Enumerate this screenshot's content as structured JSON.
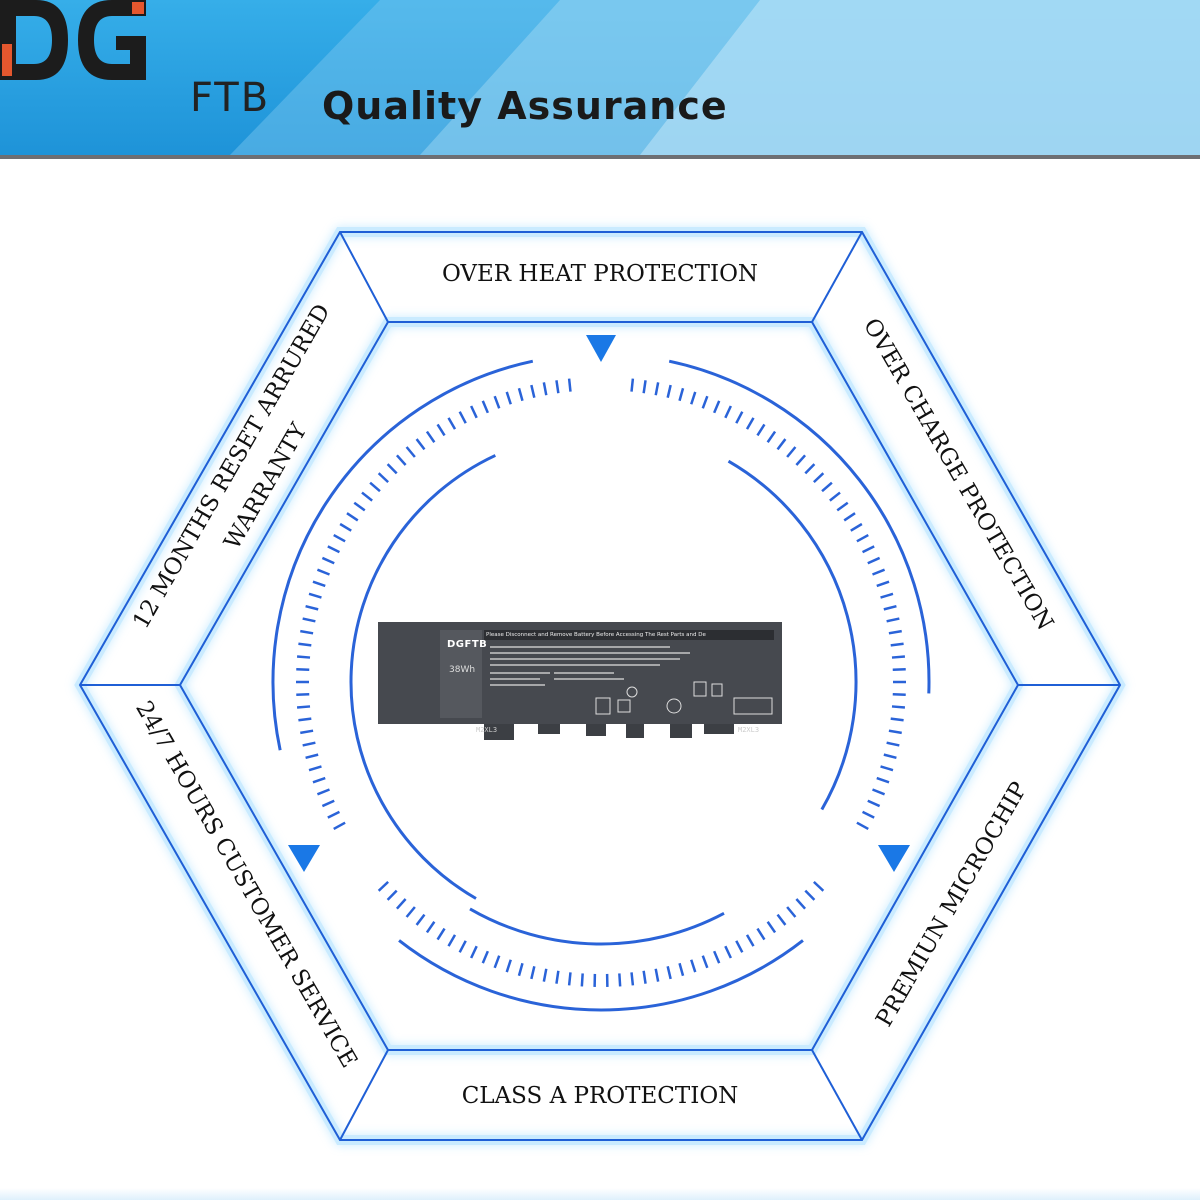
{
  "header": {
    "brand_mark": "DG",
    "brand_suffix": "FTB",
    "tagline": "Quality Assurance",
    "colors": {
      "banner": "#2aa3e2",
      "logo_dark": "#1c1c1c",
      "logo_accent": "#e4572e"
    }
  },
  "hexagon": {
    "labels": {
      "top": "OVER HEAT PROTECTION",
      "top_right": "OVER CHARGE PROTECTION",
      "bottom_right": "PREMIUN MICROCHIP",
      "bottom": "CLASS A PROTECTION",
      "bottom_left": "24/7 HOURS CUSTOMER SERVICE",
      "top_left_line1": "12 MONTHS RESET ARRURED",
      "top_left_line2": "WARRANTY"
    },
    "colors": {
      "line": "#1f5fd6",
      "glow": "#8fd3ff",
      "arrow": "#1a78e6"
    }
  },
  "battery": {
    "brand": "DGFTB",
    "capacity": "38Wh",
    "warning_header": "Please Disconnect and Remove Battery Before Accessing The Rest Parts and Devices",
    "model_left": "M2XL3",
    "model_right": "M2XL3"
  }
}
